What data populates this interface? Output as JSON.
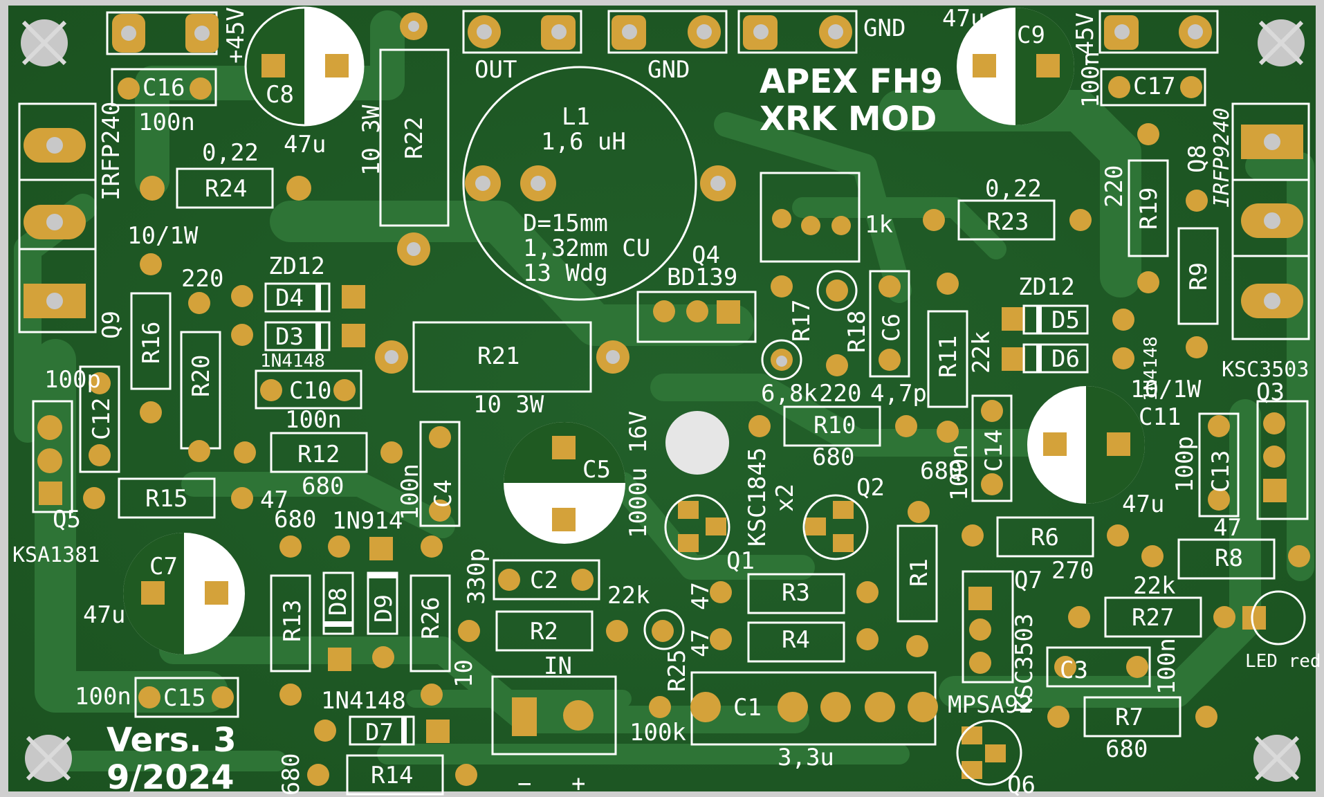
{
  "board": {
    "title_line1": "APEX FH9",
    "title_line2": "XRK  MOD",
    "version": "Vers. 3",
    "date": "9/2024",
    "colors": {
      "pcb": "#1f5a22",
      "trace": "#2f7a38",
      "pad": "#d4a23a",
      "silk": "#ffffff",
      "frame": "#cfcfcf"
    }
  },
  "connectors": {
    "plus45": "+45V",
    "minus45": "-45V",
    "out": "OUT",
    "gnd1": "GND",
    "gnd2": "GND",
    "in": "IN",
    "minus": "−",
    "plus": "+",
    "led": "LED red"
  },
  "inductor": {
    "ref": "L1",
    "value": "1,6 uH",
    "dia": "D=15mm",
    "wire": "1,32mm CU",
    "turns": "13 Wdg"
  },
  "parts": {
    "C1": {
      "ref": "C1",
      "val": "3,3u"
    },
    "C2": {
      "ref": "C2",
      "val": "330p"
    },
    "C3": {
      "ref": "C3",
      "val": "100n"
    },
    "C4": {
      "ref": "C4",
      "val": "100n"
    },
    "C5": {
      "ref": "C5",
      "val": "1000u 16V"
    },
    "C6": {
      "ref": "C6",
      "val": "4,7p"
    },
    "C7": {
      "ref": "C7",
      "val": "47u"
    },
    "C8": {
      "ref": "C8",
      "val": "47u"
    },
    "C9": {
      "ref": "C9",
      "val": "47u"
    },
    "C10": {
      "ref": "C10",
      "val": "100n"
    },
    "C11": {
      "ref": "C11",
      "val": "47u"
    },
    "C12": {
      "ref": "C12",
      "val": "100p"
    },
    "C13": {
      "ref": "C13",
      "val": "100p"
    },
    "C14": {
      "ref": "C14",
      "val": "100n"
    },
    "C15": {
      "ref": "C15",
      "val": "100n"
    },
    "C16": {
      "ref": "C16",
      "val": "100n"
    },
    "C17": {
      "ref": "C17",
      "val": "100n"
    },
    "R1": {
      "ref": "R1",
      "val": "680"
    },
    "R2": {
      "ref": "R2",
      "val": "22k"
    },
    "R3": {
      "ref": "R3",
      "val": "47"
    },
    "R4": {
      "ref": "R4",
      "val": "47"
    },
    "R6": {
      "ref": "R6",
      "val": "270"
    },
    "R7": {
      "ref": "R7",
      "val": "680"
    },
    "R8": {
      "ref": "R8",
      "val": "47"
    },
    "R9": {
      "ref": "R9",
      "val": "10/1W"
    },
    "R10": {
      "ref": "R10",
      "val": "680"
    },
    "R11": {
      "ref": "R11",
      "val": "22k"
    },
    "R12": {
      "ref": "R12",
      "val": "680"
    },
    "R13": {
      "ref": "R13",
      "val": "680"
    },
    "R14": {
      "ref": "R14",
      "val": "680"
    },
    "R15": {
      "ref": "R15",
      "val": "47"
    },
    "R16": {
      "ref": "R16",
      "val": "10/1W"
    },
    "R17": {
      "ref": "R17",
      "val": "6,8k"
    },
    "R18": {
      "ref": "R18",
      "val": "220"
    },
    "R19": {
      "ref": "R19",
      "val": "220"
    },
    "R20": {
      "ref": "R20",
      "val": "220"
    },
    "R21": {
      "ref": "R21",
      "val": "10 3W"
    },
    "R22": {
      "ref": "R22",
      "val": "10 3W"
    },
    "R23": {
      "ref": "R23",
      "val": "0,22"
    },
    "R24": {
      "ref": "R24",
      "val": "0,22"
    },
    "R25": {
      "ref": "R25",
      "val": "100k"
    },
    "R26": {
      "ref": "R26",
      "val": "10"
    },
    "R27": {
      "ref": "R27",
      "val": "22k"
    },
    "D3": {
      "ref": "D3",
      "val": "1N4148"
    },
    "D4": {
      "ref": "D4",
      "val": "ZD12"
    },
    "D5": {
      "ref": "D5",
      "val": "ZD12"
    },
    "D6": {
      "ref": "D6",
      "val": "1N4148"
    },
    "D7": {
      "ref": "D7",
      "val": "1N4148"
    },
    "D8": {
      "ref": "D8",
      "val": "1N914"
    },
    "D9": {
      "ref": "D9"
    },
    "Q1": {
      "ref": "Q1",
      "val": "KSC1845"
    },
    "Q1b": {
      "val": "x2"
    },
    "Q2": {
      "ref": "Q2"
    },
    "Q3": {
      "ref": "Q3",
      "val": "KSC3503"
    },
    "Q4": {
      "ref": "Q4",
      "val": "BD139"
    },
    "Q5": {
      "ref": "Q5",
      "val": "KSA1381"
    },
    "Q6": {
      "ref": "Q6",
      "val": "MPSA92"
    },
    "Q7": {
      "ref": "Q7",
      "val": "KSC3503"
    },
    "Q8": {
      "ref": "Q8",
      "val": "IRFP9240"
    },
    "Q9": {
      "ref": "Q9",
      "val": "IRFP240"
    },
    "POT": {
      "val": "1k"
    }
  }
}
